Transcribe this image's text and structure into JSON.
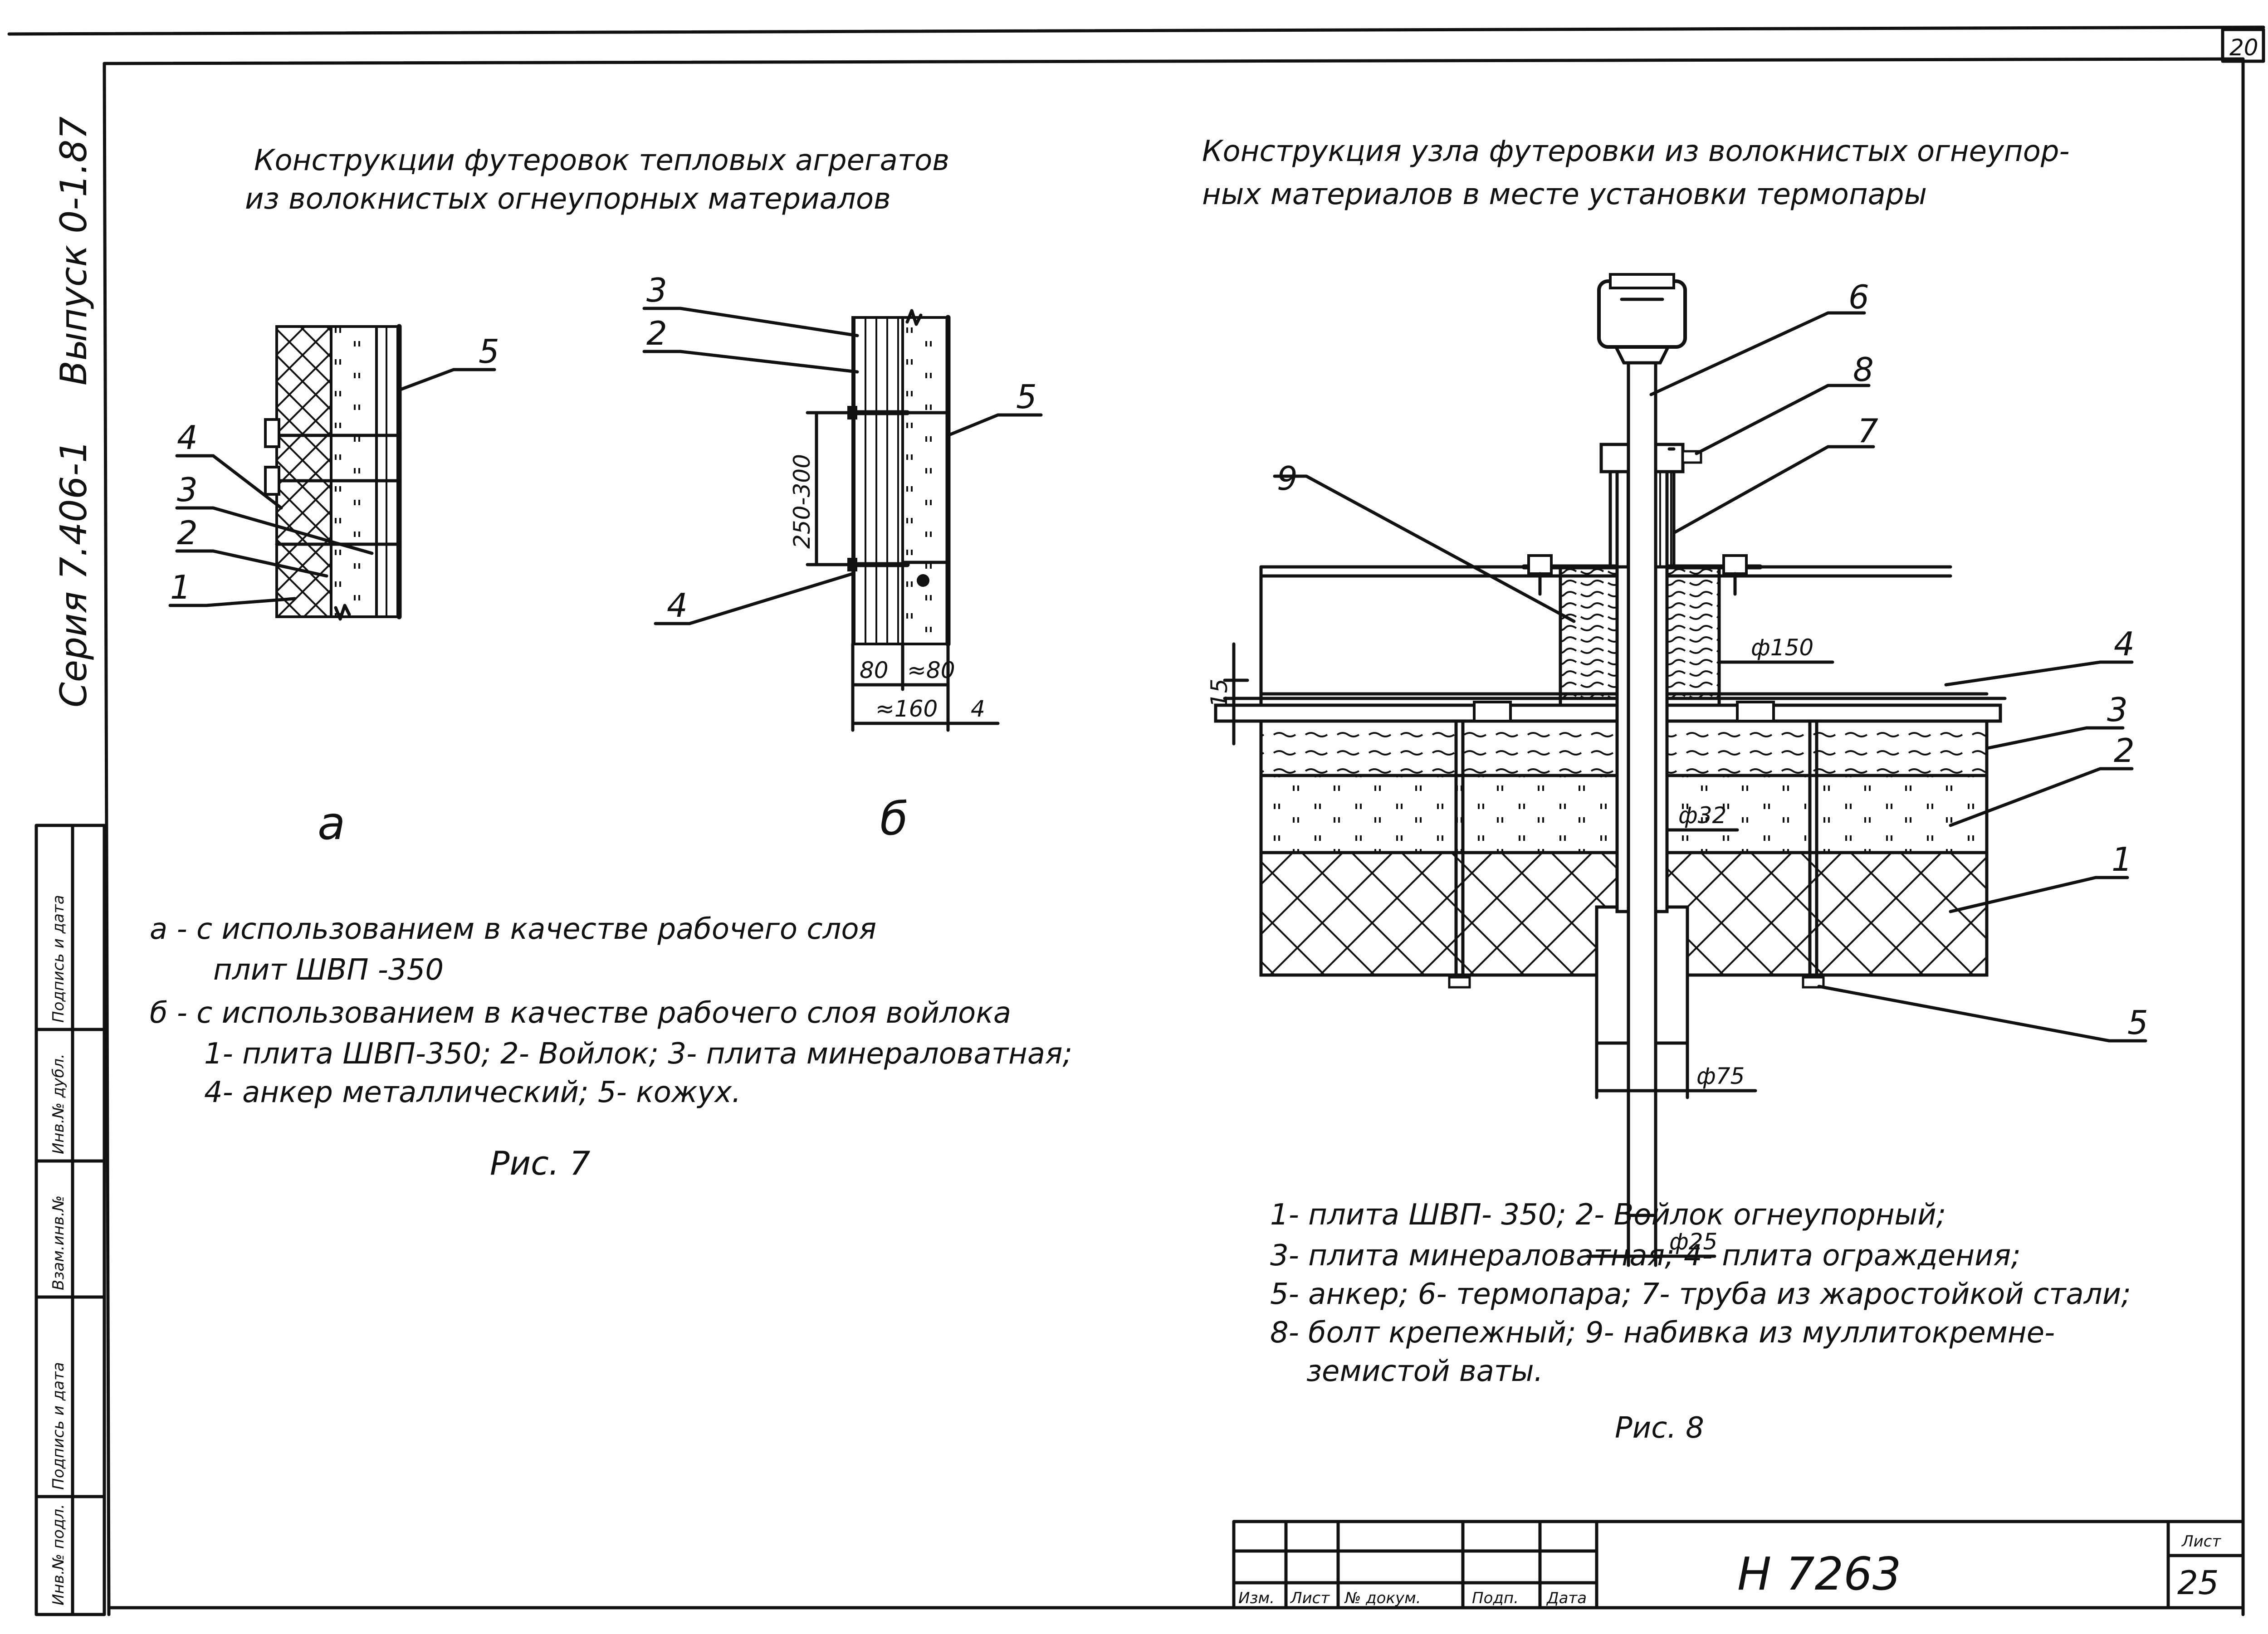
{
  "sheet": {
    "corner_number": "20",
    "side_title": {
      "series": "Серия 7.406-1",
      "issue": "Выпуск 0-1.87"
    },
    "left_stamp": [
      "Подпись и дата",
      "Инв.№ дубл.",
      "Взам.инв.№",
      "Подпись и дата",
      "Инв.№ подл."
    ],
    "title_block": {
      "code": "Н 7263",
      "sheet_label": "Лист",
      "sheet_number": "25",
      "row_labels": [
        "Изм.",
        "Лист",
        "№ докум.",
        "Подп.",
        "Дата"
      ]
    }
  },
  "fig7": {
    "title_line1": "Конструкции футеровок тепловых агрегатов",
    "title_line2": "из волокнистых огнеупорных материалов",
    "variant_a": {
      "letter": "а",
      "callouts": [
        "1",
        "2",
        "3",
        "4",
        "5"
      ]
    },
    "variant_b": {
      "letter": "б",
      "callouts": [
        "2",
        "3",
        "4",
        "5"
      ],
      "dims": {
        "spacing": "250-300",
        "w1": "80",
        "w2": "≈80",
        "total": "≈160",
        "skin": "4"
      }
    },
    "legend": [
      "а - с использованием в качестве рабочего слоя",
      "плит ШВП -350",
      "б - с использованием в качестве рабочего слоя войлока",
      "1- плита ШВП-350; 2- Войлок; 3- плита минераловатная;",
      "4- анкер металлический; 5- кожух."
    ],
    "caption": "Рис. 7"
  },
  "fig8": {
    "title_line1": "Конструкция узла футеровки из волокнистых огнеупор-",
    "title_line2": "ных материалов в месте установки термопары",
    "callouts": [
      "1",
      "2",
      "3",
      "4",
      "5",
      "6",
      "7",
      "8",
      "9"
    ],
    "dims": {
      "d150": "ф150",
      "d32": "ф32",
      "d75": "ф75",
      "d25": "ф25",
      "t15": "15"
    },
    "legend": [
      "1- плита ШВП- 350; 2- Войлок огнеупорный;",
      "3- плита минераловатная; 4- плита ограждения;",
      "5- анкер; 6- термопара; 7- труба из жаростойкой стали;",
      "8- болт крепежный; 9- набивка из муллитокремне-",
      "земистой ваты."
    ],
    "caption": "Рис. 8"
  },
  "colors": {
    "ink": "#111111",
    "paper": "#ffffff"
  }
}
